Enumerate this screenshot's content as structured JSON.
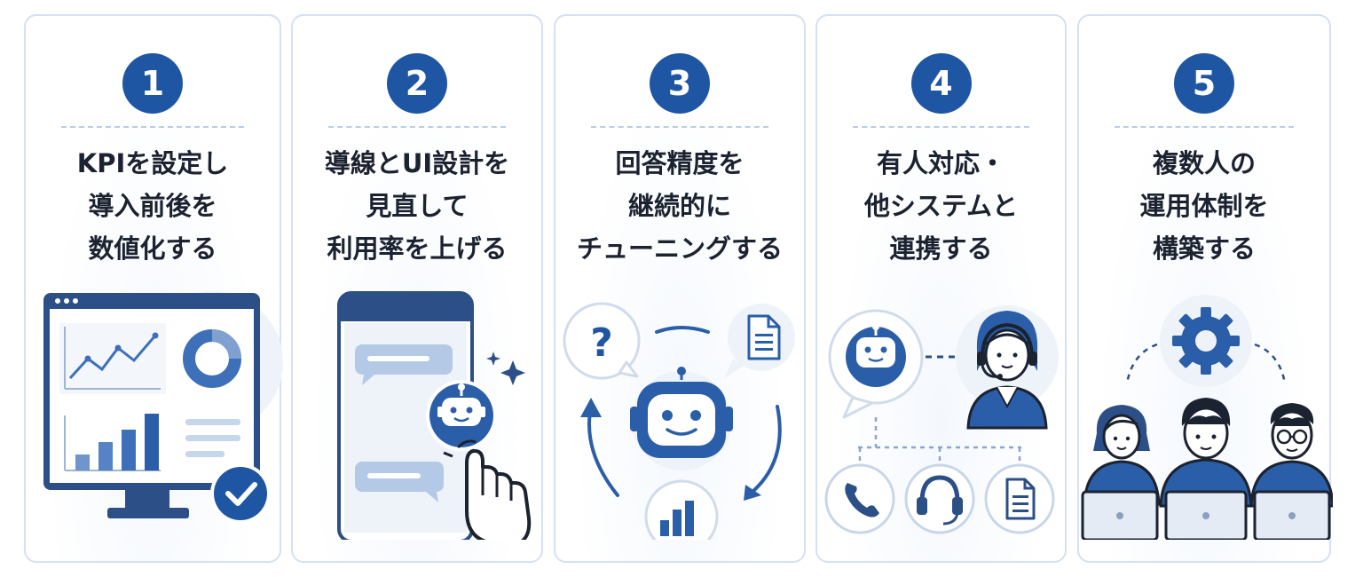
{
  "steps": [
    {
      "number": "1",
      "title_lines": [
        "KPIを設定し",
        "導入前後を",
        "数値化する"
      ]
    },
    {
      "number": "2",
      "title_lines": [
        "導線とUI設計を",
        "見直して",
        "利用率を上げる"
      ]
    },
    {
      "number": "3",
      "title_lines": [
        "回答精度を",
        "継続的に",
        "チューニングする"
      ]
    },
    {
      "number": "4",
      "title_lines": [
        "有人対応・",
        "他システムと",
        "連携する"
      ]
    },
    {
      "number": "5",
      "title_lines": [
        "複数人の",
        "運用体制を",
        "構築する"
      ]
    }
  ],
  "colors": {
    "primary": "#1f56a3",
    "secondary": "#3d70b8",
    "light": "#dbe6f4",
    "border": "#d3e1f2"
  },
  "icons": [
    "dashboard-monitor-icon",
    "smartphone-chatbot-icon",
    "chatbot-tuning-cycle-icon",
    "chatbot-operator-integration-icon",
    "team-gear-icon"
  ]
}
